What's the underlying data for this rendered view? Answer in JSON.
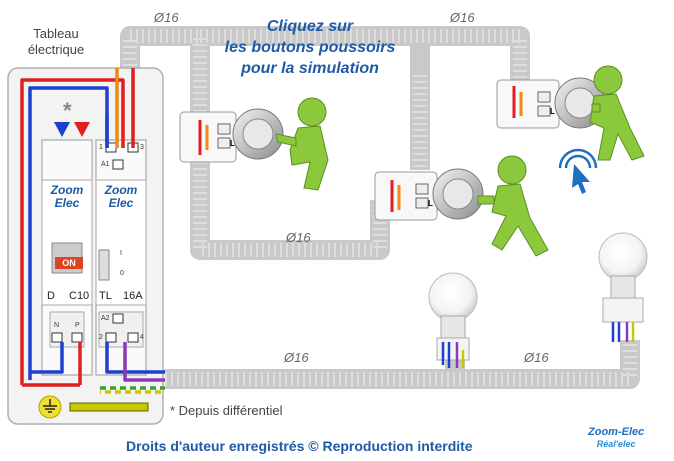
{
  "panel": {
    "title_line1": "Tableau",
    "title_line2": "électrique",
    "asterisk": "*",
    "breaker1": {
      "brand_line1": "Zoom",
      "brand_line2": "Elec",
      "type": "D",
      "rating": "C10",
      "on_label": "ON",
      "terminal_n": "N",
      "terminal_p": "P"
    },
    "breaker2": {
      "brand_line1": "Zoom",
      "brand_line2": "Elec",
      "type": "TL",
      "rating": "16A",
      "terminal_1": "1",
      "terminal_3": "3",
      "terminal_a1": "A1",
      "terminal_a2": "A2",
      "terminal_2": "2",
      "terminal_4": "4",
      "switch_on": "I",
      "switch_off": "0"
    }
  },
  "instructions": {
    "line1": "Cliquez sur",
    "line2": "les boutons poussoirs",
    "line3": "pour la simulation"
  },
  "conduit_labels": [
    "Ø16",
    "Ø16",
    "Ø16",
    "Ø16",
    "Ø16"
  ],
  "footnote": "* Depuis différentiel",
  "copyright": "Droits d'auteur enregistrés © Reproduction interdite",
  "logo": {
    "line1": "Zoom-Elec",
    "line2": "Réal'elec"
  },
  "buttons": [
    {
      "id": "pushbutton-left",
      "label": "L"
    },
    {
      "id": "pushbutton-middle",
      "label": "L"
    },
    {
      "id": "pushbutton-right",
      "label": "L"
    }
  ],
  "icons": [
    "ground-icon",
    "click-cursor-icon",
    "light-bulb-icon"
  ],
  "colors": {
    "phase": "#e02020",
    "neutral": "#1f3fd0",
    "return": "#f08a10",
    "ground": "#3ca030",
    "control": "#8a3ab9",
    "conduit": "#c8c8c8",
    "accent": "#1e5aa8"
  }
}
